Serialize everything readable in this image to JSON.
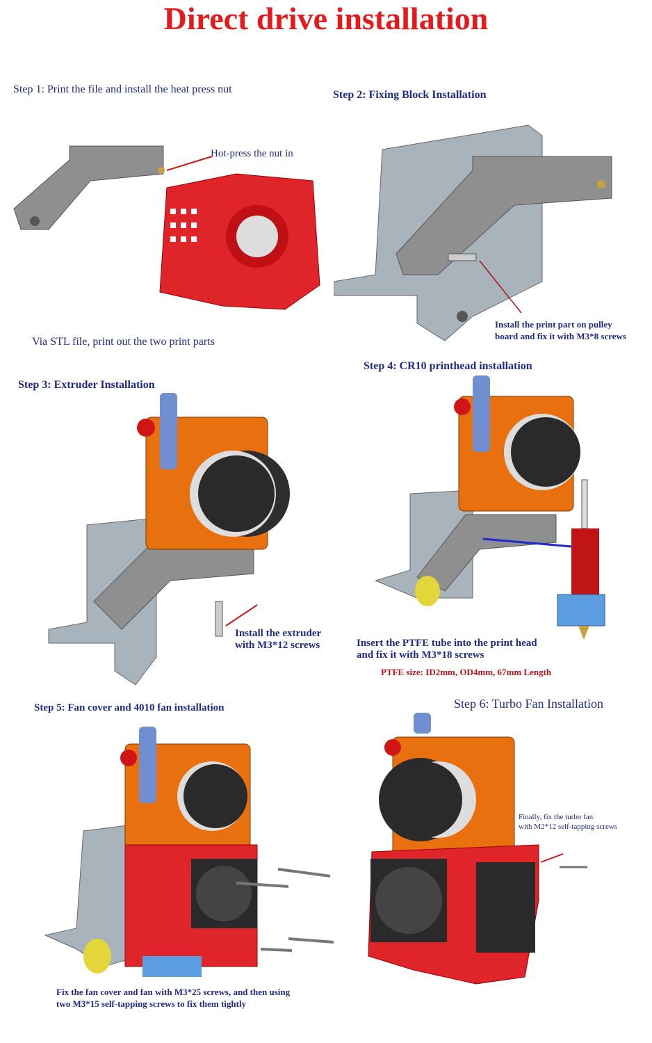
{
  "title": "Direct drive installation",
  "steps": [
    {
      "heading": "Step 1: Print the file and install the heat press nut",
      "notes": [
        "Hot-press the nut in",
        "Via STL file, print out the two print parts"
      ]
    },
    {
      "heading": "Step 2: Fixing Block Installation",
      "notes": [
        "Install the print part on pulley",
        "board and fix it with M3*8 screws"
      ]
    },
    {
      "heading": "Step 3: Extruder Installation",
      "notes": [
        "Install the extruder",
        "with M3*12 screws"
      ]
    },
    {
      "heading": "Step 4: CR10 printhead installation",
      "notes": [
        "Insert the PTFE tube into the print head",
        "and fix it with M3*18 screws",
        "PTFE size: ID2mm, OD4mm, 67mm Length"
      ]
    },
    {
      "heading": "Step 5: Fan cover and 4010 fan installation",
      "notes": [
        "Fix the fan cover and fan with M3*25 screws, and then using",
        "two M3*15 self-tapping screws to fix them tightly"
      ]
    },
    {
      "heading": "Step 6: Turbo Fan Installation",
      "notes": [
        "Finally, fix the turbo fan",
        "with M2*12 self-tapping screws"
      ]
    }
  ],
  "colors": {
    "title": "#e31b1b",
    "text": "#1f2a8a",
    "part_red": "#e0252a",
    "part_orange": "#e8700e",
    "metal": "#a9b3bb",
    "block": "#8e8e8e",
    "lever": "#6f8fd0"
  }
}
